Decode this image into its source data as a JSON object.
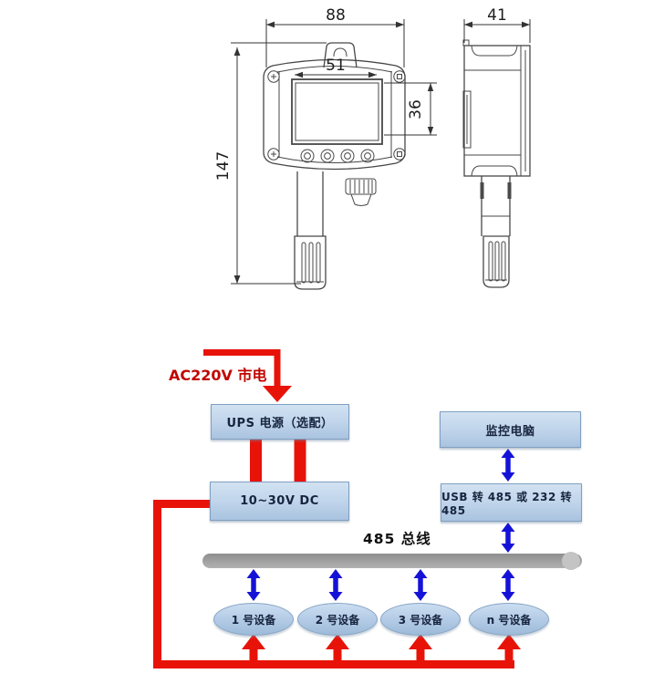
{
  "drawing": {
    "front_view": {
      "overall_width": "88",
      "display_width": "51",
      "display_height": "36",
      "overall_height": "147"
    },
    "side_view": {
      "depth": "41"
    }
  },
  "wiring": {
    "ac_input_label": "AC220V 市电",
    "ups_box": "UPS 电源（选配）",
    "dc_box": "10~30V DC",
    "pc_box": "监控电脑",
    "converter_box": "USB 转 485 或 232 转 485",
    "bus_label": "485 总线",
    "devices": [
      "1 号设备",
      "2 号设备",
      "3 号设备",
      "n 号设备"
    ],
    "colors": {
      "power_line_red": "#e81308",
      "data_line_blue": "#1512d8",
      "box_fill": "#bed3ea",
      "box_border": "#7f9fc0",
      "bus_fill": "#a2a2a2",
      "bus_cap": "#c4c4c4",
      "ac_text_red": "#c00500"
    }
  }
}
